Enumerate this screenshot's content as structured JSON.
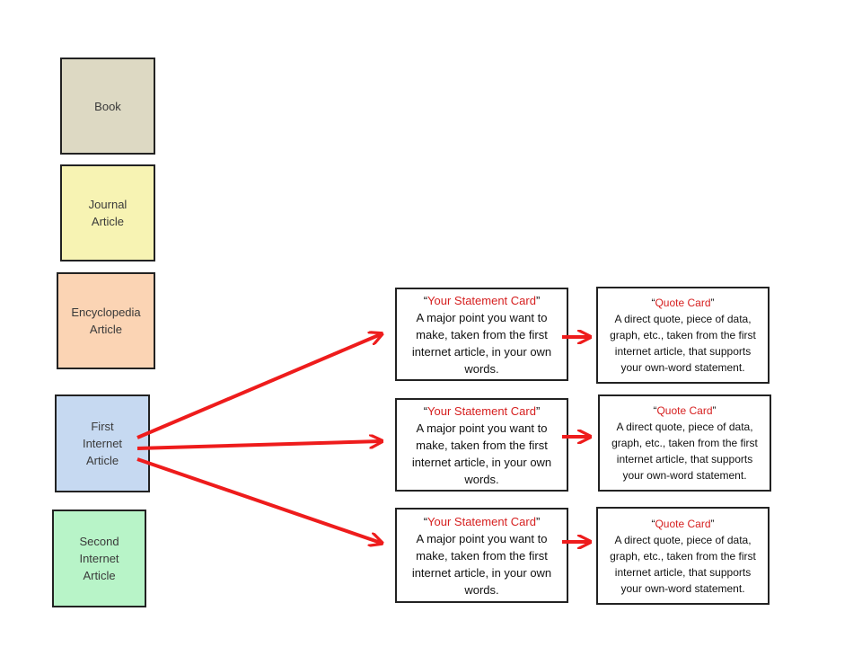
{
  "sources": [
    {
      "label": "Book",
      "color": "#ddd9c3"
    },
    {
      "label": "Journal\nArticle",
      "color": "#f7f3b3"
    },
    {
      "label": "Encyclopedia\nArticle",
      "color": "#fbd4b4"
    },
    {
      "label": "First\nInternet\nArticle",
      "color": "#c6d9f1"
    },
    {
      "label": "Second\nInternet\nArticle",
      "color": "#b8f4c8"
    }
  ],
  "statement_cards": [
    {
      "open_quote": "“",
      "title": "Your Statement Card",
      "close_quote": "”",
      "body": "A major point you want to make, taken from the first internet article, in your own words."
    },
    {
      "open_quote": "“",
      "title": "Your Statement Card",
      "close_quote": "”",
      "body": "A major point you want to make, taken from the first internet article, in your own words."
    },
    {
      "open_quote": "“",
      "title": "Your Statement Card",
      "close_quote": "”",
      "body": "A major point you want to make, taken from the first internet article, in your own words."
    }
  ],
  "quote_cards": [
    {
      "open_quote": "“",
      "title": "Quote Card",
      "close_quote": "”",
      "body": "A direct quote, piece of data, graph, etc., taken from the first internet article, that supports your own-word statement."
    },
    {
      "open_quote": "“",
      "title": "Quote Card",
      "close_quote": "”",
      "body": "A direct quote, piece of data, graph, etc., taken from the first internet article, that supports your own-word statement."
    },
    {
      "open_quote": "“",
      "title": "Quote Card",
      "close_quote": "”",
      "body": "A direct quote, piece of data, graph, etc., taken from the first internet article, that supports your own-word statement."
    }
  ],
  "colors": {
    "arrow": "#ee1c1c",
    "card_title": "#d62020",
    "border": "#222222"
  }
}
